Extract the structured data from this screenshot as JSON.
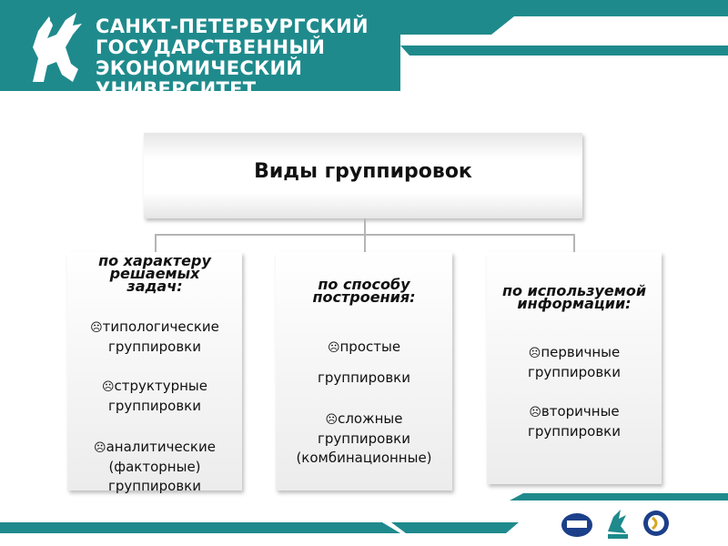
{
  "header": {
    "university": "САНКТ-ПЕТЕРБУРГСКИЙ\nГОСУДАРСТВЕННЫЙ\nЭКОНОМИЧЕСКИЙ УНИВЕРСИТЕТ"
  },
  "diagram": {
    "title": "Виды группировок",
    "columns": [
      {
        "heading": "по характеру решаемых задач:",
        "items": [
          "типологические группировки",
          "структурные группировки",
          "аналитические (факторные) группировки"
        ]
      },
      {
        "heading": "по способу построения:",
        "items": [
          "простые группировки",
          "сложные группировки (комбинационные)"
        ]
      },
      {
        "heading": "по используемой информации:",
        "items": [
          "первичные группировки",
          "вторичные группировки"
        ]
      }
    ]
  },
  "colors": {
    "teal": "#1f8a8c",
    "dark_teal": "#16797b"
  },
  "icons": {
    "bullet": "frown-face-icon",
    "logo": "griffin-logo-icon"
  }
}
